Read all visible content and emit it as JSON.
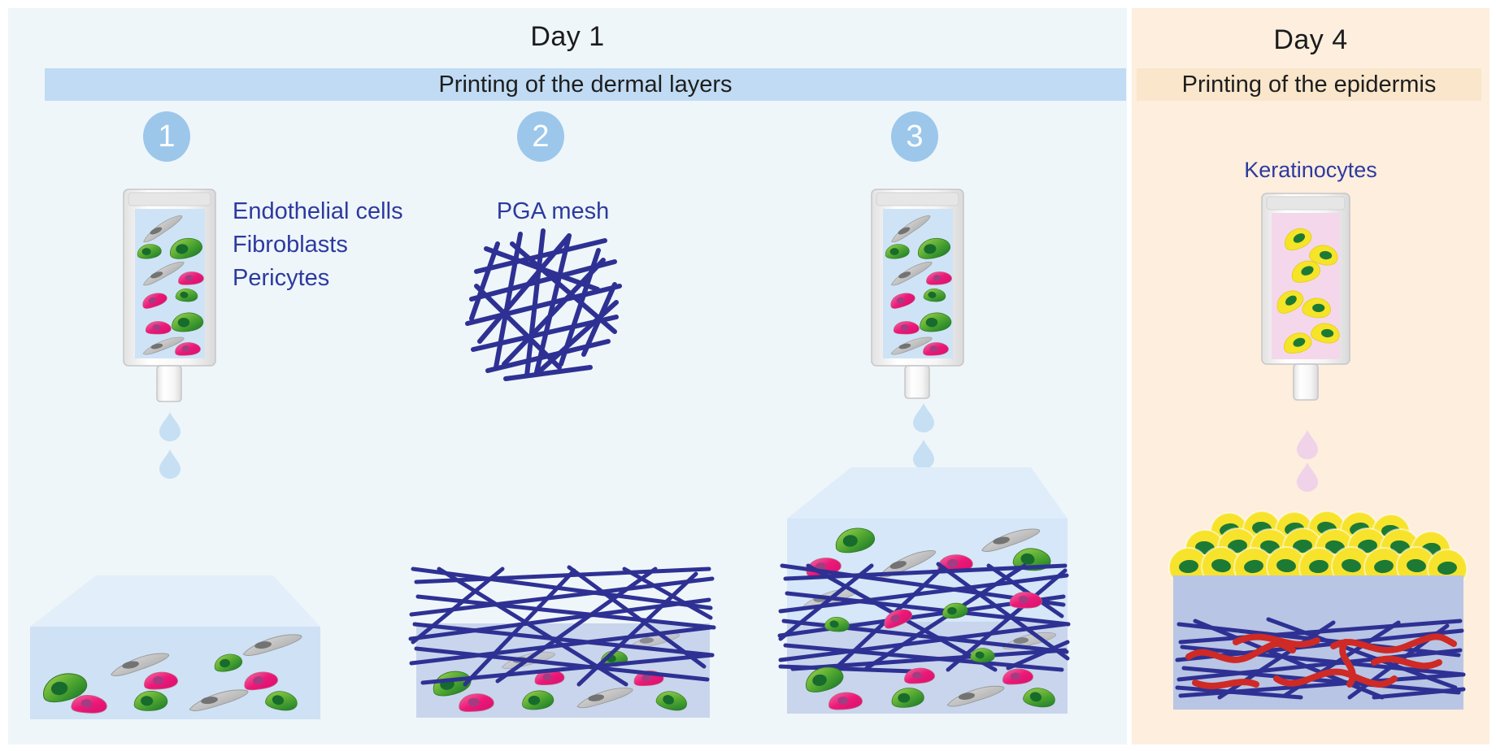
{
  "figure": {
    "type": "scientific-illustration",
    "subject": "3D bioprinting of skin: dermal layers printed on Day 1, epidermis printed on Day 4"
  },
  "colors": {
    "day1-bg": "#eef6fa",
    "day1-banner-bg": "#c0dbf3",
    "day4-bg": "#fdeede",
    "day4-banner-bg": "#f9e6cb",
    "step-badge-bg": "#9cc7eb",
    "step-badge-text": "#ffffff",
    "title-text": "#1c1c1c",
    "label-text": "#2e3a9e",
    "mesh-navy": "#2e3193",
    "fiber-red": "#cf2a26",
    "droplet-blue": "#c6dff3",
    "droplet-pink": "#f0d3e8",
    "bioink-blue": "#cfe3f6",
    "bioink-pink": "#f5d7eb",
    "gel-front": "#cfe1f5",
    "gel-top-face": "#e2eefa",
    "gel-lavender": "#c9d5ec",
    "gel-day4": "#b9c5e4",
    "keratinocyte-yellow": "#f7e32c",
    "keratinocyte-nucleus": "#1d7a35",
    "fibroblast-green": "#4aa32f",
    "pericyte-pink": "#ec1978",
    "endothelial-gray": "#b3b3b3"
  },
  "day1": {
    "title": "Day 1",
    "banner": "Printing of the dermal layers",
    "steps": [
      {
        "number": "1",
        "bioink_cell_types": [
          "Endothelial cells",
          "Fibroblasts",
          "Pericytes"
        ]
      },
      {
        "number": "2",
        "label": "PGA mesh"
      },
      {
        "number": "3"
      }
    ]
  },
  "day4": {
    "title": "Day 4",
    "banner": "Printing of the epidermis",
    "label": "Keratinocytes"
  }
}
